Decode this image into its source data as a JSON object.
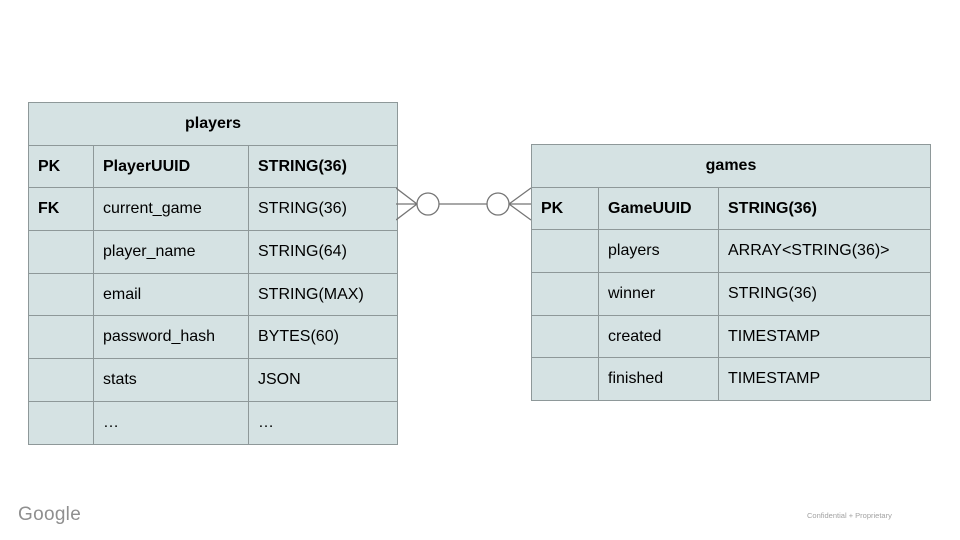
{
  "slide": {
    "footer": {
      "logo_text": "Google",
      "confidential_label": "Confidential + Proprietary"
    },
    "colors": {
      "background": "#ffffff",
      "cell_bg": "#d5e2e3",
      "table_border": "#8e9899",
      "connector_stroke": "#757575",
      "text": "#000000",
      "logo_gray": "#8f8f8f",
      "footer_gray": "#a2a2a2"
    }
  },
  "diagram": {
    "relationship": {
      "type": "many-to-many",
      "left_cardinality": "zero-or-many",
      "right_cardinality": "zero-or-many"
    },
    "tables": {
      "players": {
        "title": "players",
        "rows": [
          {
            "key": "PK",
            "name": "PlayerUUID",
            "type": "STRING(36)"
          },
          {
            "key": "FK",
            "name": "current_game",
            "type": "STRING(36)"
          },
          {
            "key": "",
            "name": "player_name",
            "type": "STRING(64)"
          },
          {
            "key": "",
            "name": "email",
            "type": "STRING(MAX)"
          },
          {
            "key": "",
            "name": "password_hash",
            "type": "BYTES(60)"
          },
          {
            "key": "",
            "name": "stats",
            "type": "JSON"
          },
          {
            "key": "",
            "name": "…",
            "type": "…"
          }
        ]
      },
      "games": {
        "title": "games",
        "rows": [
          {
            "key": "PK",
            "name": "GameUUID",
            "type": "STRING(36)"
          },
          {
            "key": "",
            "name": "players",
            "type": "ARRAY<STRING(36)>"
          },
          {
            "key": "",
            "name": "winner",
            "type": "STRING(36)"
          },
          {
            "key": "",
            "name": "created",
            "type": "TIMESTAMP"
          },
          {
            "key": "",
            "name": "finished",
            "type": "TIMESTAMP"
          }
        ]
      }
    }
  }
}
